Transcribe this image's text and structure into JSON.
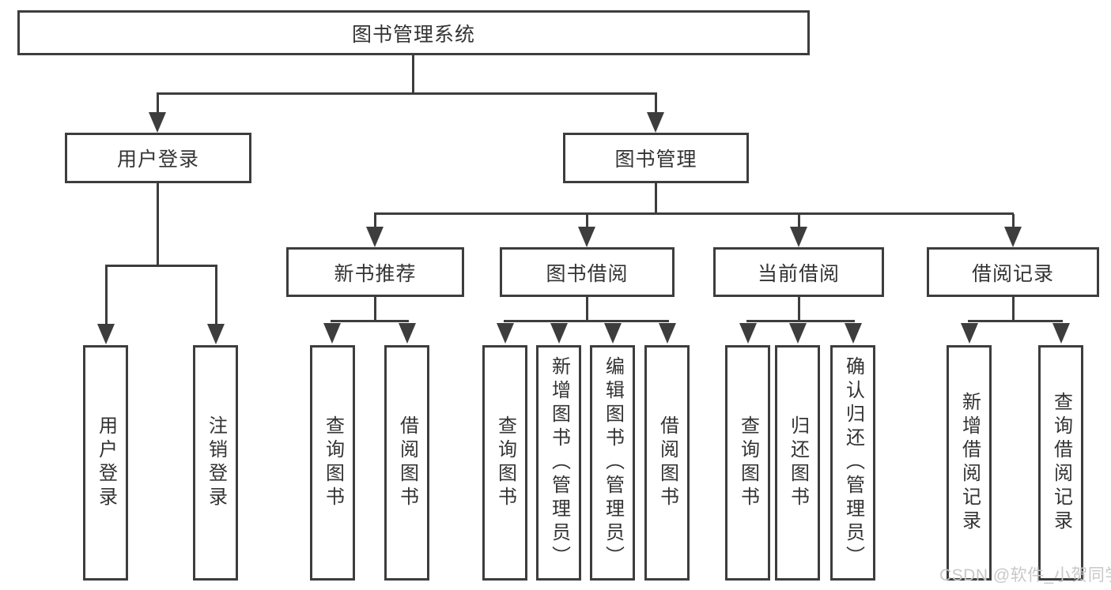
{
  "diagram": {
    "root": "图书管理系统",
    "level1": [
      "用户登录",
      "图书管理"
    ],
    "level2": [
      "新书推荐",
      "图书借阅",
      "当前借阅",
      "借阅记录"
    ],
    "leaves": [
      "用户登录",
      "注销登录",
      "查询图书",
      "借阅图书",
      "查询图书",
      "新增图书（管理员）",
      "编辑图书（管理员）",
      "借阅图书",
      "查询图书",
      "归还图书",
      "确认归还（管理员）",
      "新增借阅记录",
      "查询借阅记录"
    ]
  },
  "watermark": "CSDN @软件_小贺同学",
  "colors": {
    "line": "#3d3d3d",
    "text": "#333333",
    "watermark": "#c8c8c8",
    "background": "#ffffff"
  }
}
